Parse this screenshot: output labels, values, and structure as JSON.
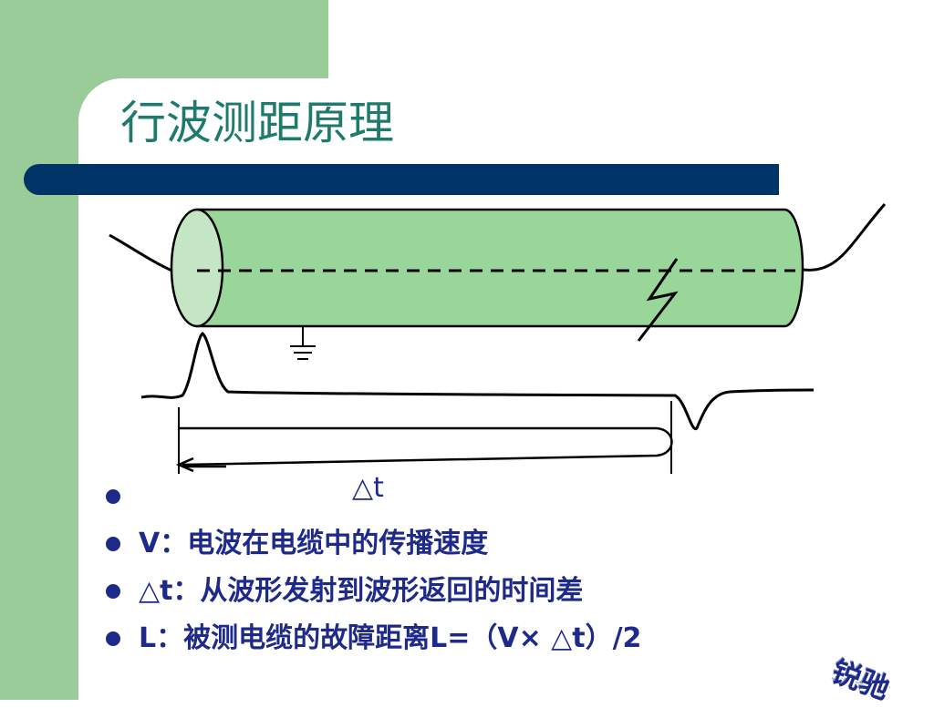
{
  "slide": {
    "title": "行波测距原理",
    "delta_t_label": "△t",
    "bullets": [
      "",
      "V：电波在电缆中的传播速度",
      "△t：从波形发射到波形返回的时间差",
      "L：被测电缆的故障距离L=（V× △t）/2"
    ],
    "logo_text": "锐驰"
  },
  "colors": {
    "green_band": "#99cc99",
    "cable_fill": "#99d699",
    "cable_end": "#c4e6c4",
    "rule_blue": "#003366",
    "title_teal": "#1f7a6e",
    "text_blue": "#1e2a8a"
  },
  "icons": {
    "ground": "ground-symbol-icon",
    "fault": "lightning-fault-icon"
  }
}
